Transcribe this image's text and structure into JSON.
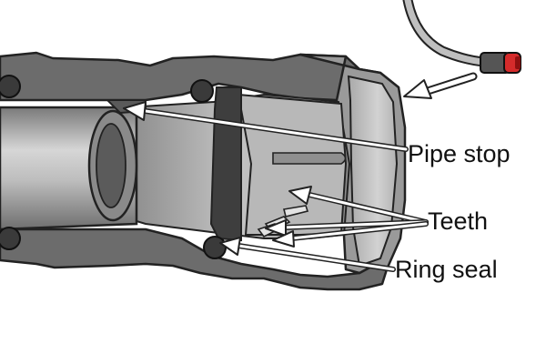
{
  "callouts": {
    "pipe_stop": "Pipe stop",
    "teeth": "Teeth",
    "ring_seal": "Ring seal"
  },
  "colors": {
    "fitting_body": "#6c6c6c",
    "fitting_dark": "#4a4a4a",
    "fitting_light": "#9a9a9a",
    "collet": "#bdbdbd",
    "pipe": "#c9c9c9",
    "outline": "#222222",
    "hose_cap": "#d52b2b",
    "arrow_fill": "#ffffff"
  },
  "icons": {
    "connector": "push-fit-connector-icon"
  }
}
